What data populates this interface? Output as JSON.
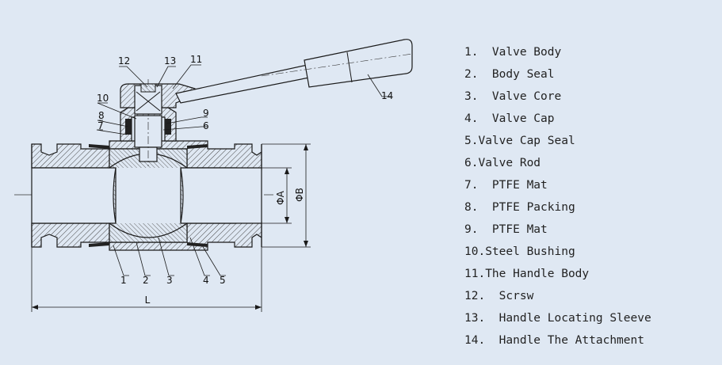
{
  "callouts": {
    "c1": "1",
    "c2": "2",
    "c3": "3",
    "c4": "4",
    "c5": "5",
    "c6": "6",
    "c7": "7",
    "c8": "8",
    "c9": "9",
    "c10": "10",
    "c11": "11",
    "c12": "12",
    "c13": "13",
    "c14": "14"
  },
  "dimensions": {
    "phi_a": "ΦA",
    "phi_b": "ΦB",
    "length": "L"
  },
  "legend": [
    "1.  Valve Body",
    "2.  Body Seal",
    "3.  Valve Core",
    "4.  Valve Cap",
    "5.Valve Cap Seal",
    "6.Valve Rod",
    "7.  PTFE Mat",
    "8.  PTFE Packing",
    "9.  PTFE Mat",
    "10.Steel Bushing",
    "11.The Handle Body",
    "12.  Scrsw",
    "13.  Handle Locating Sleeve",
    "14.  Handle The Attachment"
  ],
  "colors": {
    "background": "#dfe8f3",
    "line": "#1a1a1a",
    "seal": "#222222"
  }
}
